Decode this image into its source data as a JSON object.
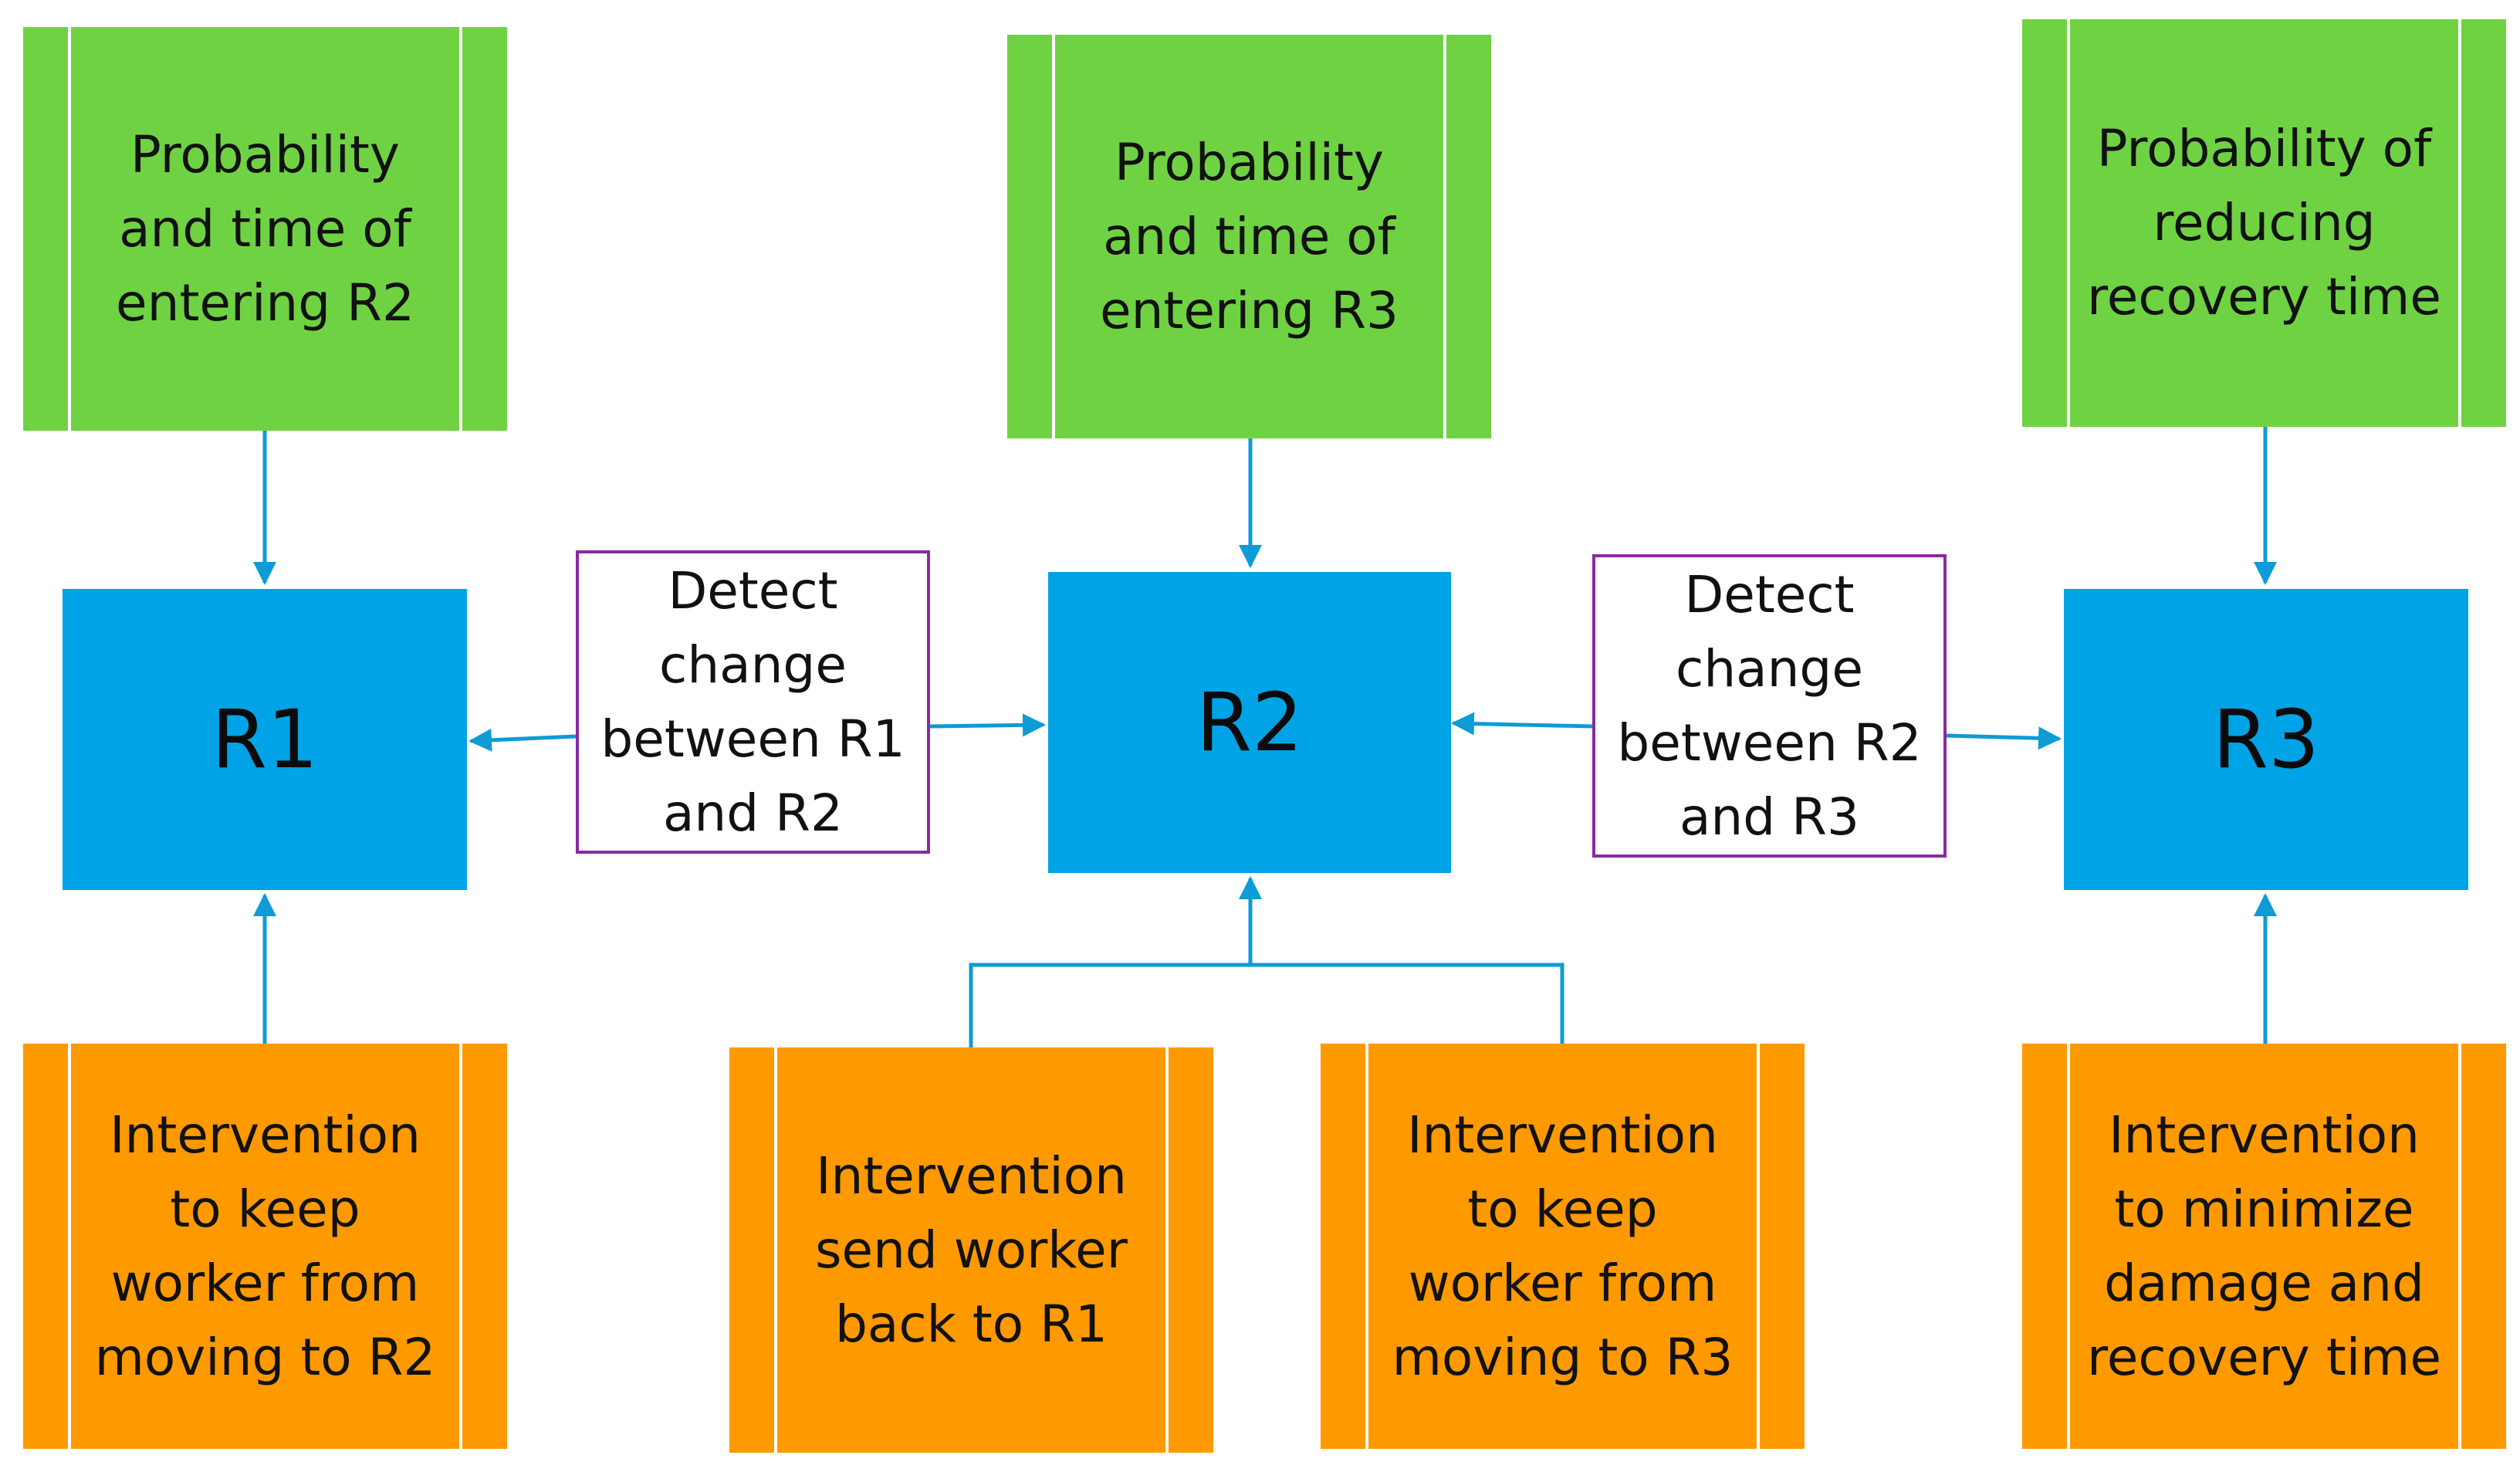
{
  "diagram": {
    "colors": {
      "factor": "#6fd243",
      "intervention": "#ff9900",
      "region": "#00a3e6",
      "detect_border": "#8a2aa3",
      "arrow": "#0e9bd6"
    },
    "factors": {
      "r2_entry": "Probability\nand time of\nentering R2",
      "r3_entry": "Probability\nand time of\nentering R3",
      "recovery": "Probability of\nreducing\nrecovery time"
    },
    "regions": {
      "r1": "R1",
      "r2": "R2",
      "r3": "R3"
    },
    "detectors": {
      "r1_r2": "Detect\nchange\nbetween R1\nand R2",
      "r2_r3": "Detect\nchange\nbetween R2\nand R3"
    },
    "interventions": {
      "keep_r2": "Intervention\nto keep\nworker from\nmoving to R2",
      "send_back": "Intervention\nsend worker\nback to R1",
      "keep_r3": "Intervention\nto keep\nworker from\nmoving to R3",
      "minimize": "Intervention\nto minimize\ndamage and\nrecovery time"
    }
  }
}
